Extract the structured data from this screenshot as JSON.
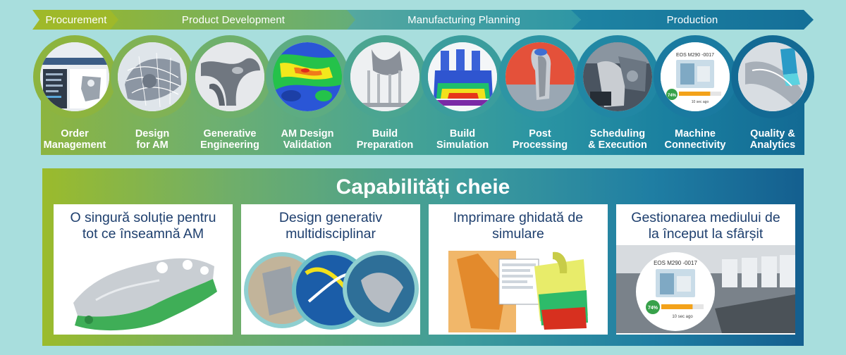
{
  "phases": [
    {
      "label": "Procurement"
    },
    {
      "label": "Product Development"
    },
    {
      "label": "Manufacturing Planning"
    },
    {
      "label": "Production"
    }
  ],
  "stages": [
    {
      "line1": "Order",
      "line2": "Management",
      "ring_color": "#8db43f"
    },
    {
      "line1": "Design",
      "line2": "for AM",
      "ring_color": "#80b255"
    },
    {
      "line1": "Generative",
      "line2": "Engineering",
      "ring_color": "#6fb06c"
    },
    {
      "line1": "AM Design",
      "line2": "Validation",
      "ring_color": "#5dac82"
    },
    {
      "line1": "Build",
      "line2": "Preparation",
      "ring_color": "#4ba591"
    },
    {
      "line1": "Build",
      "line2": "Simulation",
      "ring_color": "#3b9d9d"
    },
    {
      "line1": "Post",
      "line2": "Processing",
      "ring_color": "#2d95a4"
    },
    {
      "line1": "Scheduling",
      "line2": "& Execution",
      "ring_color": "#2187a4"
    },
    {
      "line1": "Machine",
      "line2": "Connectivity",
      "ring_color": "#1a7aa0"
    },
    {
      "line1": "Quality &",
      "line2": "Analytics",
      "ring_color": "#136a94"
    }
  ],
  "machine_screen": {
    "model": "EOS M290 -0017",
    "progress_label": "74%",
    "progress_fraction": 0.74,
    "time_label": "10 sec ago"
  },
  "capabilities": {
    "title": "Capabilități cheie",
    "cards": [
      {
        "line1": "O singură soluție pentru",
        "line2": "tot ce înseamnă AM"
      },
      {
        "line1": "Design generativ",
        "line2": "multidisciplinar"
      },
      {
        "line1": "Imprimare ghidată de",
        "line2": "simulare"
      },
      {
        "line1": "Gestionarea mediului de",
        "line2": "la început la sfârșit"
      }
    ]
  },
  "colors": {
    "background": "#a8dedd",
    "card_text": "#1e3f6e",
    "accent_orange": "#f3a21a"
  }
}
